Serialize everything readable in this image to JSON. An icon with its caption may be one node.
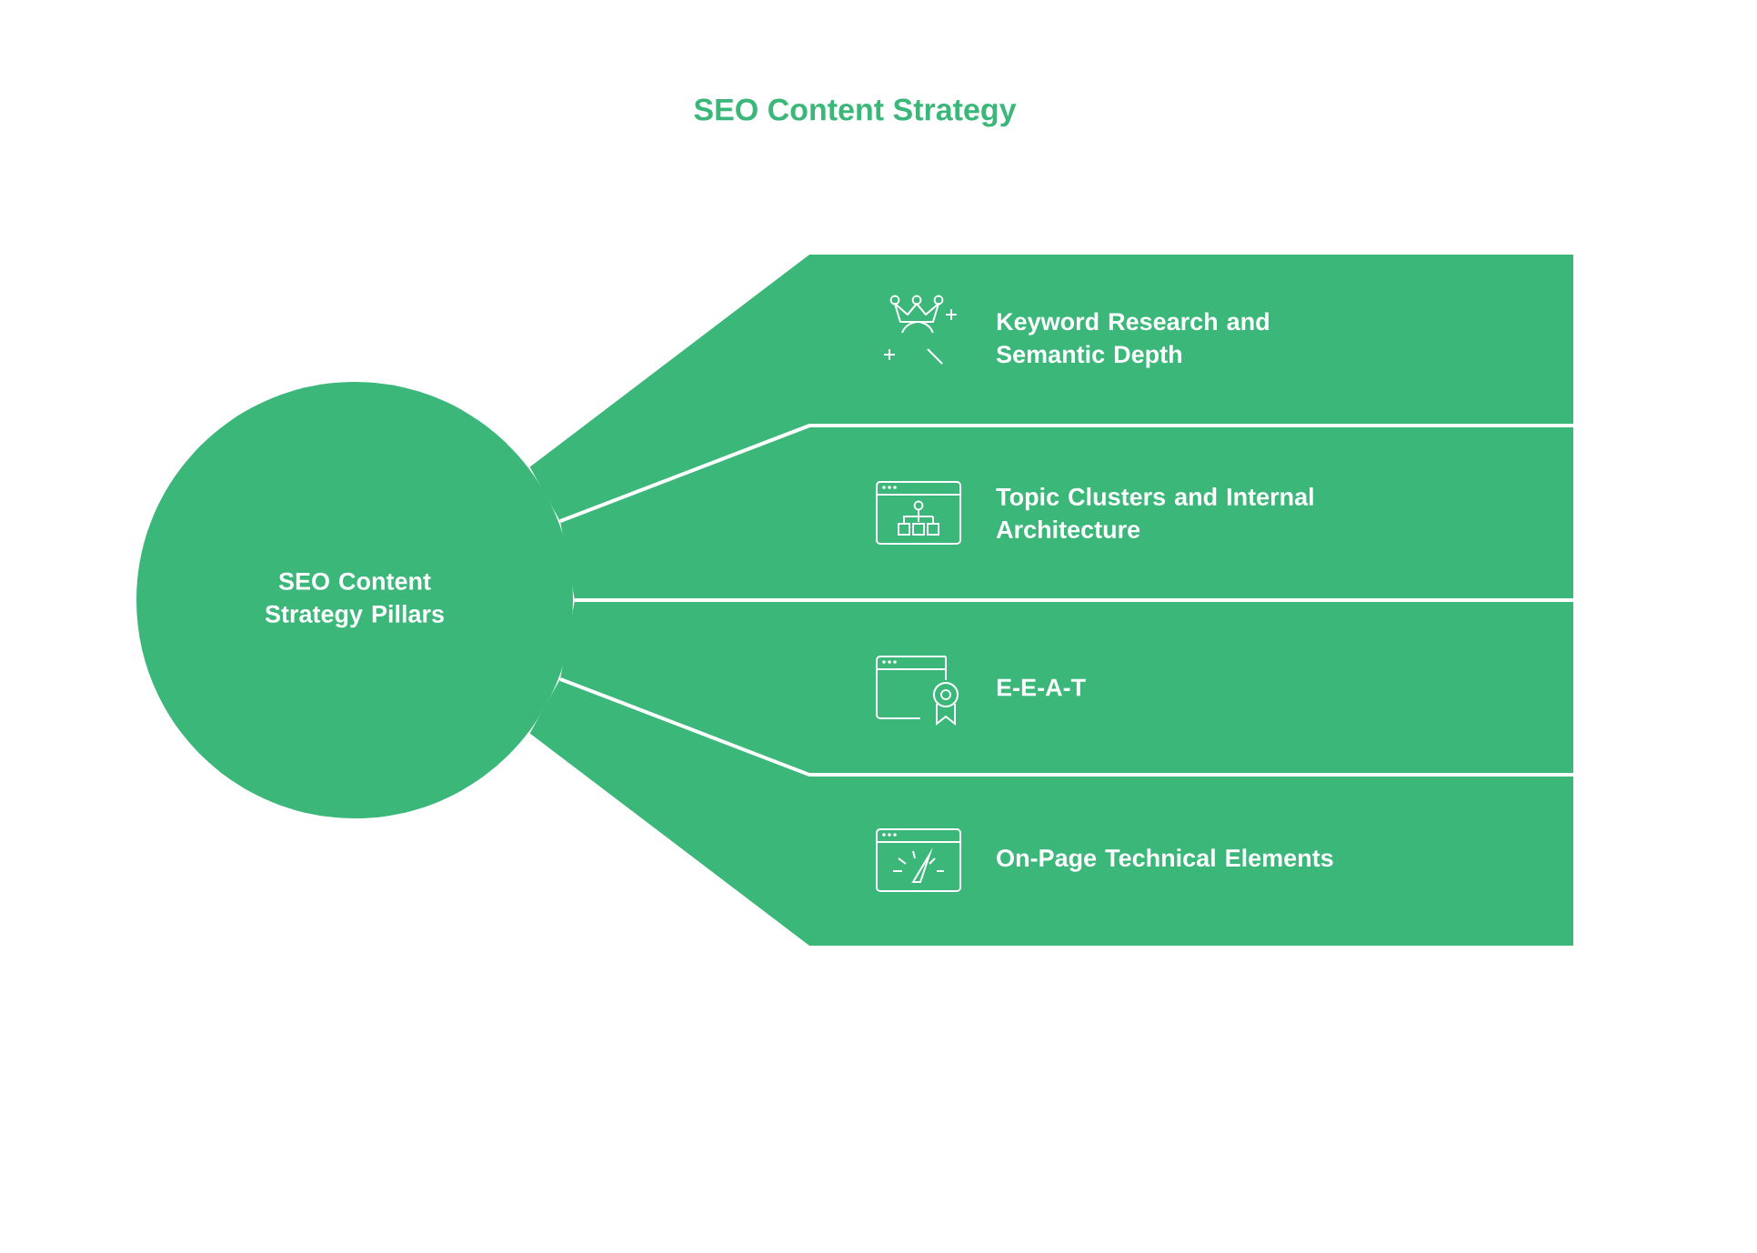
{
  "diagram": {
    "title": "SEO Content Strategy",
    "nodes": [
      {
        "text": [
          "SEO Content Strategy Pillars"
        ]
      },
      {
        "text": [
          "Keyword Research and Semantic Depth"
        ]
      },
      {
        "text": [
          "Topic Clusters and Internal Architecture"
        ]
      },
      {
        "text": [
          "E-E-A-T"
        ]
      },
      {
        "text": [
          "On-Page Technical Elements"
        ]
      }
    ]
  }
}
